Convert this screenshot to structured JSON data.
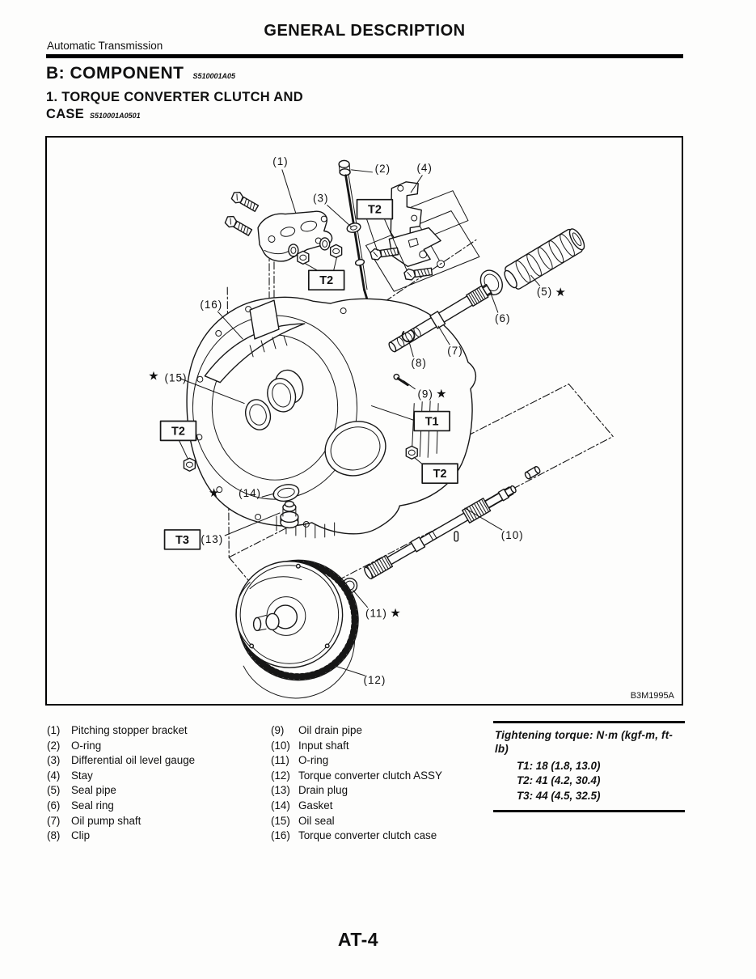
{
  "header": {
    "title": "GENERAL DESCRIPTION",
    "left_label": "Automatic Transmission"
  },
  "section": {
    "b_heading": "B:  COMPONENT",
    "b_code": "S510001A05",
    "sub_line1": "1.  TORQUE CONVERTER CLUTCH AND",
    "sub_line2": "CASE",
    "sub_code": "S510001A0501"
  },
  "figure": {
    "ref_code": "B3M1995A",
    "callouts": {
      "c1": "(1)",
      "c2": "(2)",
      "c3": "(3)",
      "c4": "(4)",
      "c5": "(5)",
      "c6": "(6)",
      "c7": "(7)",
      "c8": "(8)",
      "c9": "(9)",
      "c10": "(10)",
      "c11": "(11)",
      "c12": "(12)",
      "c13": "(13)",
      "c14": "(14)",
      "c15": "(15)",
      "c16": "(16)",
      "t1": "T1",
      "t2": "T2",
      "t3": "T3",
      "star": "★"
    }
  },
  "parts_left": [
    {
      "num": "(1)",
      "name": "Pitching stopper bracket"
    },
    {
      "num": "(2)",
      "name": "O-ring"
    },
    {
      "num": "(3)",
      "name": "Differential oil level gauge"
    },
    {
      "num": "(4)",
      "name": "Stay"
    },
    {
      "num": "(5)",
      "name": "Seal pipe"
    },
    {
      "num": "(6)",
      "name": "Seal ring"
    },
    {
      "num": "(7)",
      "name": "Oil pump shaft"
    },
    {
      "num": "(8)",
      "name": "Clip"
    }
  ],
  "parts_right": [
    {
      "num": "(9)",
      "name": "Oil drain pipe"
    },
    {
      "num": "(10)",
      "name": "Input shaft"
    },
    {
      "num": "(11)",
      "name": "O-ring"
    },
    {
      "num": "(12)",
      "name": "Torque converter clutch ASSY"
    },
    {
      "num": "(13)",
      "name": "Drain plug"
    },
    {
      "num": "(14)",
      "name": "Gasket"
    },
    {
      "num": "(15)",
      "name": "Oil seal"
    },
    {
      "num": "(16)",
      "name": "Torque converter clutch case"
    }
  ],
  "torque": {
    "title": "Tightening torque: N·m (kgf-m, ft-lb)",
    "items": [
      "T1: 18 (1.8, 13.0)",
      "T2: 41 (4.2, 30.4)",
      "T3: 44 (4.5, 32.5)"
    ]
  },
  "footer": {
    "page_number": "AT-4"
  },
  "colors": {
    "ink": "#101010",
    "paper": "#fdfdfc"
  }
}
